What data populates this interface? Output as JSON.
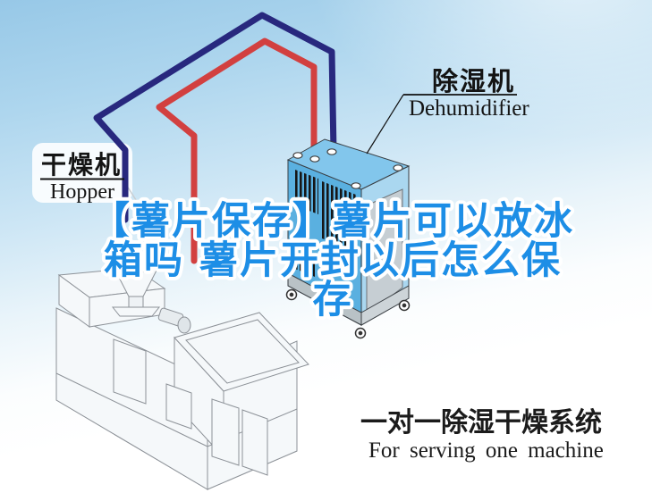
{
  "title_overlay": {
    "lines": {
      "l1": "【薯片保存】薯片可以放冰",
      "l2": "箱吗 薯片开封以后怎么保",
      "l3": "存"
    },
    "fill": "#1d8ee6",
    "outline": "#ffffff"
  },
  "labels": {
    "dryer": {
      "zh": "干燥机",
      "en": "Hopper"
    },
    "dehumidifier": {
      "zh": "除湿机",
      "en": "Dehumidifier"
    },
    "system": {
      "zh": "一对一除湿干燥系统",
      "en": "For serving one machine"
    }
  },
  "pipes": {
    "return_pipe_color": "#28287e",
    "supply_pipe_color": "#d24040"
  },
  "machines": {
    "dehumidifier_left_face": "#5ab0e0",
    "dehumidifier_top_face": "#82c6ec",
    "dehumidifier_right_face": "#aad7f0",
    "dehumidifier_base": "#b9c2c6",
    "molding_machine_face": "#f5f8fa",
    "molding_machine_side": "#e9eef2",
    "molding_machine_base": "#dde9ef"
  },
  "background": {
    "sky": "#97c8e7",
    "ground": "#ffffff"
  }
}
